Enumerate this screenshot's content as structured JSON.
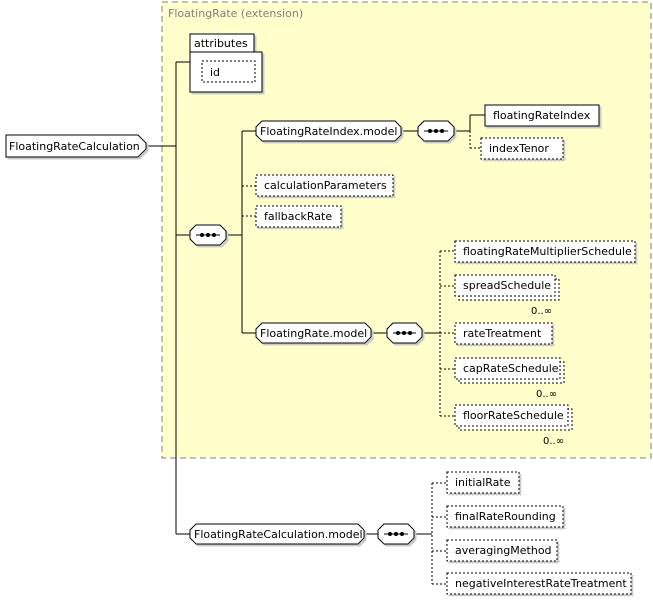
{
  "root": {
    "label": "FloatingRateCalculation"
  },
  "extension": {
    "title": "FloatingRate (extension)"
  },
  "attributes": {
    "title": "attributes",
    "items": [
      "id"
    ]
  },
  "floating_rate_index_model": {
    "label": "FloatingRateIndex.model",
    "children": [
      "floatingRateIndex",
      "indexTenor"
    ]
  },
  "calculation_parameters": {
    "label": "calculationParameters"
  },
  "fallback_rate": {
    "label": "fallbackRate"
  },
  "floating_rate_model": {
    "label": "FloatingRate.model",
    "children": [
      {
        "label": "floatingRateMultiplierSchedule",
        "card": ""
      },
      {
        "label": "spreadSchedule",
        "card": "0..∞"
      },
      {
        "label": "rateTreatment",
        "card": ""
      },
      {
        "label": "capRateSchedule",
        "card": "0..∞"
      },
      {
        "label": "floorRateSchedule",
        "card": "0..∞"
      }
    ]
  },
  "floating_rate_calculation_model": {
    "label": "FloatingRateCalculation.model",
    "children": [
      "initialRate",
      "finalRateRounding",
      "averagingMethod",
      "negativeInterestRateTreatment"
    ]
  },
  "colors": {
    "extension_bg": "#ffffcc",
    "border": "#808080",
    "node_bg": "#ffffff"
  }
}
